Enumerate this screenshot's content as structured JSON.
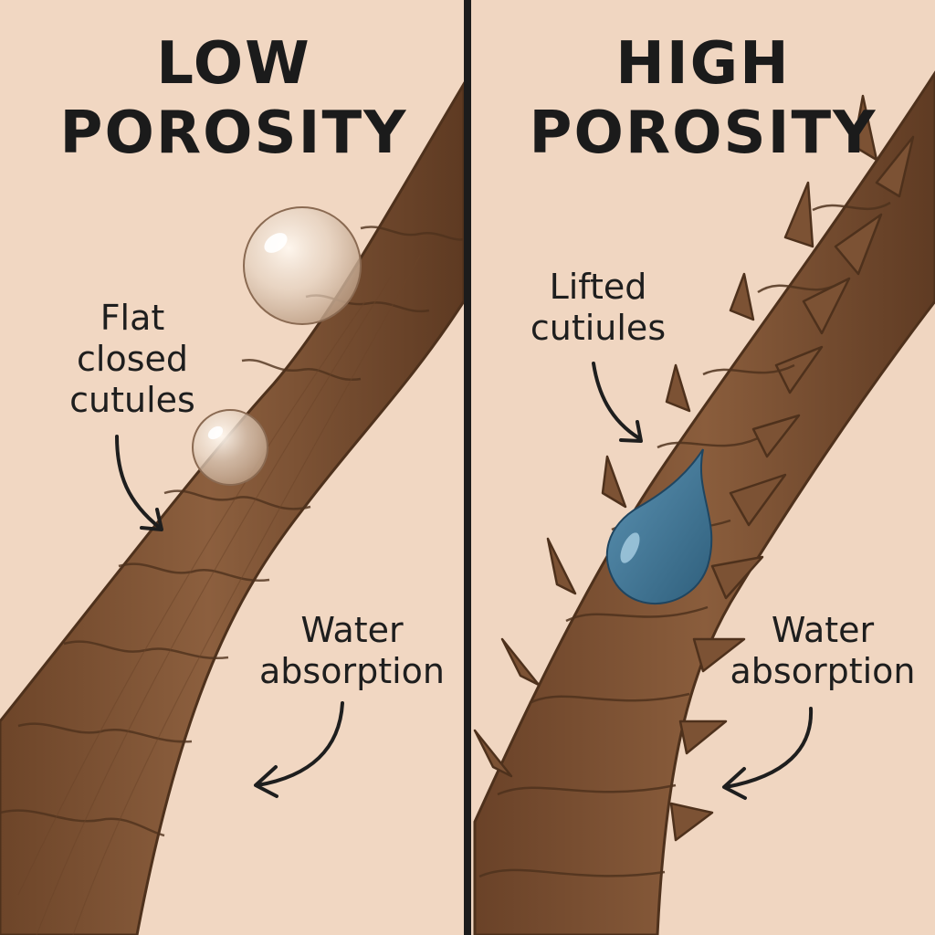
{
  "panels": [
    {
      "title_line1": "LOW",
      "title_line2": "POROSITY",
      "cuticle_label": [
        "Flat",
        "closed",
        "cutules"
      ],
      "absorption_label": [
        "Water",
        "absorption"
      ]
    },
    {
      "title_line1": "HIGH",
      "title_line2": "POROSITY",
      "cuticle_label": [
        "Lifted",
        "cutiules"
      ],
      "absorption_label": [
        "Water",
        "absorption"
      ]
    }
  ],
  "colors": {
    "background": "#f1d7c2",
    "hair": "#83583a",
    "hair_dark": "#5b3a22",
    "divider": "#1c1c1c",
    "water_drop_blue": "#3f7596",
    "clear_droplet": "#e9ddd2"
  }
}
